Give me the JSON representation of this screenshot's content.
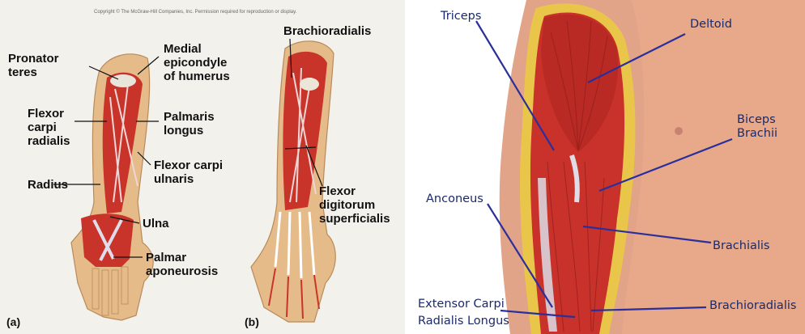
{
  "left_panel": {
    "copyright": "Copyright © The McGraw-Hill Companies, Inc. Permission required for reproduction or display.",
    "fig_a": "(a)",
    "fig_b": "(b)",
    "labels_a": {
      "pronator_teres": [
        "Pronator",
        "teres"
      ],
      "medial_epicondyle": [
        "Medial",
        "epicondyle",
        "of humerus"
      ],
      "flexor_carpi_radialis": [
        "Flexor",
        "carpi",
        "radialis"
      ],
      "palmaris_longus": [
        "Palmaris",
        "longus"
      ],
      "flexor_carpi_ulnaris": [
        "Flexor carpi",
        "ulnaris"
      ],
      "radius": "Radius",
      "ulna": "Ulna",
      "palmar_aponeurosis": [
        "Palmar",
        "aponeurosis"
      ]
    },
    "labels_b": {
      "brachioradialis": "Brachioradialis",
      "flexor_digitorum": [
        "Flexor",
        "digitorum",
        "superficialis"
      ]
    }
  },
  "right_panel": {
    "labels": {
      "triceps": "Triceps",
      "deltoid": "Deltoid",
      "biceps": [
        "Biceps",
        "Brachii"
      ],
      "anconeus": "Anconeus",
      "brachialis": "Brachialis",
      "extensor": [
        "Extensor Carpi",
        "Radialis Longus"
      ],
      "brachioradialis": "Brachioradialis"
    },
    "colors": {
      "label_text": "#1b2a68",
      "pointer_line": "#2b2f9c",
      "muscle": "#c8322a",
      "skin": "#e8a98a",
      "fat_layer": "#e9c64a"
    }
  }
}
